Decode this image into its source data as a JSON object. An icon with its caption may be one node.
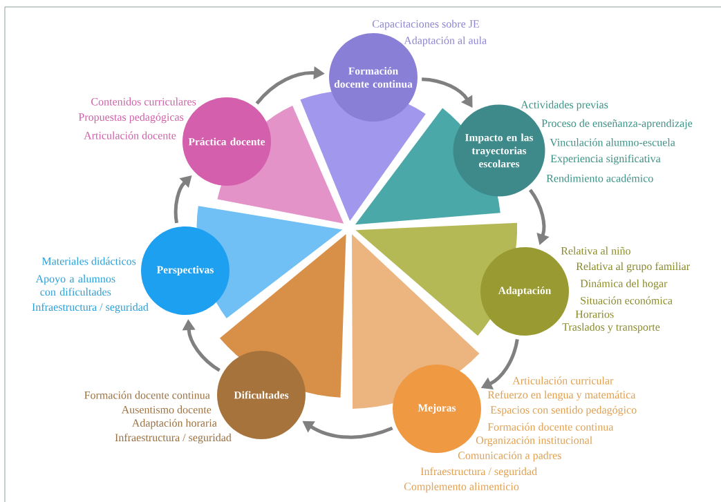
{
  "diagram": {
    "nodes": [
      {
        "text": [
          "Formación docente continua"
        ],
        "beside": [
          "Capacitaciones sobre JE",
          "Adaptación al aula"
        ]
      },
      {
        "text": [
          "Impacto en las trayectorias escolares"
        ],
        "beside": [
          "Actividades previas",
          "Proceso de enseñanza-aprendizaje",
          "Vinculación alumno-escuela",
          "Experiencia significativa",
          "Rendimiento académico"
        ]
      },
      {
        "text": [
          "Adaptación"
        ],
        "beside": [
          "Relativa al niño",
          "Relativa al grupo familiar",
          "Dinámica del hogar",
          "Situación económica",
          "Horarios",
          "Traslados y transporte"
        ]
      },
      {
        "text": [
          "Mejoras"
        ],
        "beside": [
          "Articulación curricular",
          "Refuerzo en lengua y matemática",
          "Espacios con sentido pedagógico",
          "Formación docente continua",
          "Organización institucional",
          "Comunicación a padres",
          "Infraestructura / seguridad",
          "Complemento alimenticio"
        ]
      },
      {
        "text": [
          "Dificultades"
        ],
        "beside": [
          "Formación docente continua",
          "Ausentismo docente",
          "Adaptación horaria",
          "Infraestructura / seguridad"
        ]
      },
      {
        "text": [
          "Perspectivas"
        ],
        "beside": [
          "Materiales didácticos",
          "Apoyo a alumnos con dificultades",
          "Infraestructura / seguridad"
        ]
      },
      {
        "text": [
          "Práctica docente"
        ],
        "beside": [
          "Contenidos curriculares",
          "Propuestas pedagógicas",
          "Articulación docente"
        ]
      }
    ],
    "edges": [
      {
        "from": 0,
        "to": 1,
        "arrow": "to"
      },
      {
        "from": 1,
        "to": 2,
        "arrow": "to"
      },
      {
        "from": 2,
        "to": 3,
        "arrow": "to"
      },
      {
        "from": 3,
        "to": 4,
        "arrow": "to"
      },
      {
        "from": 4,
        "to": 5,
        "arrow": "to"
      },
      {
        "from": 5,
        "to": 6,
        "arrow": "to"
      },
      {
        "from": 6,
        "to": 0,
        "arrow": "to"
      }
    ]
  }
}
